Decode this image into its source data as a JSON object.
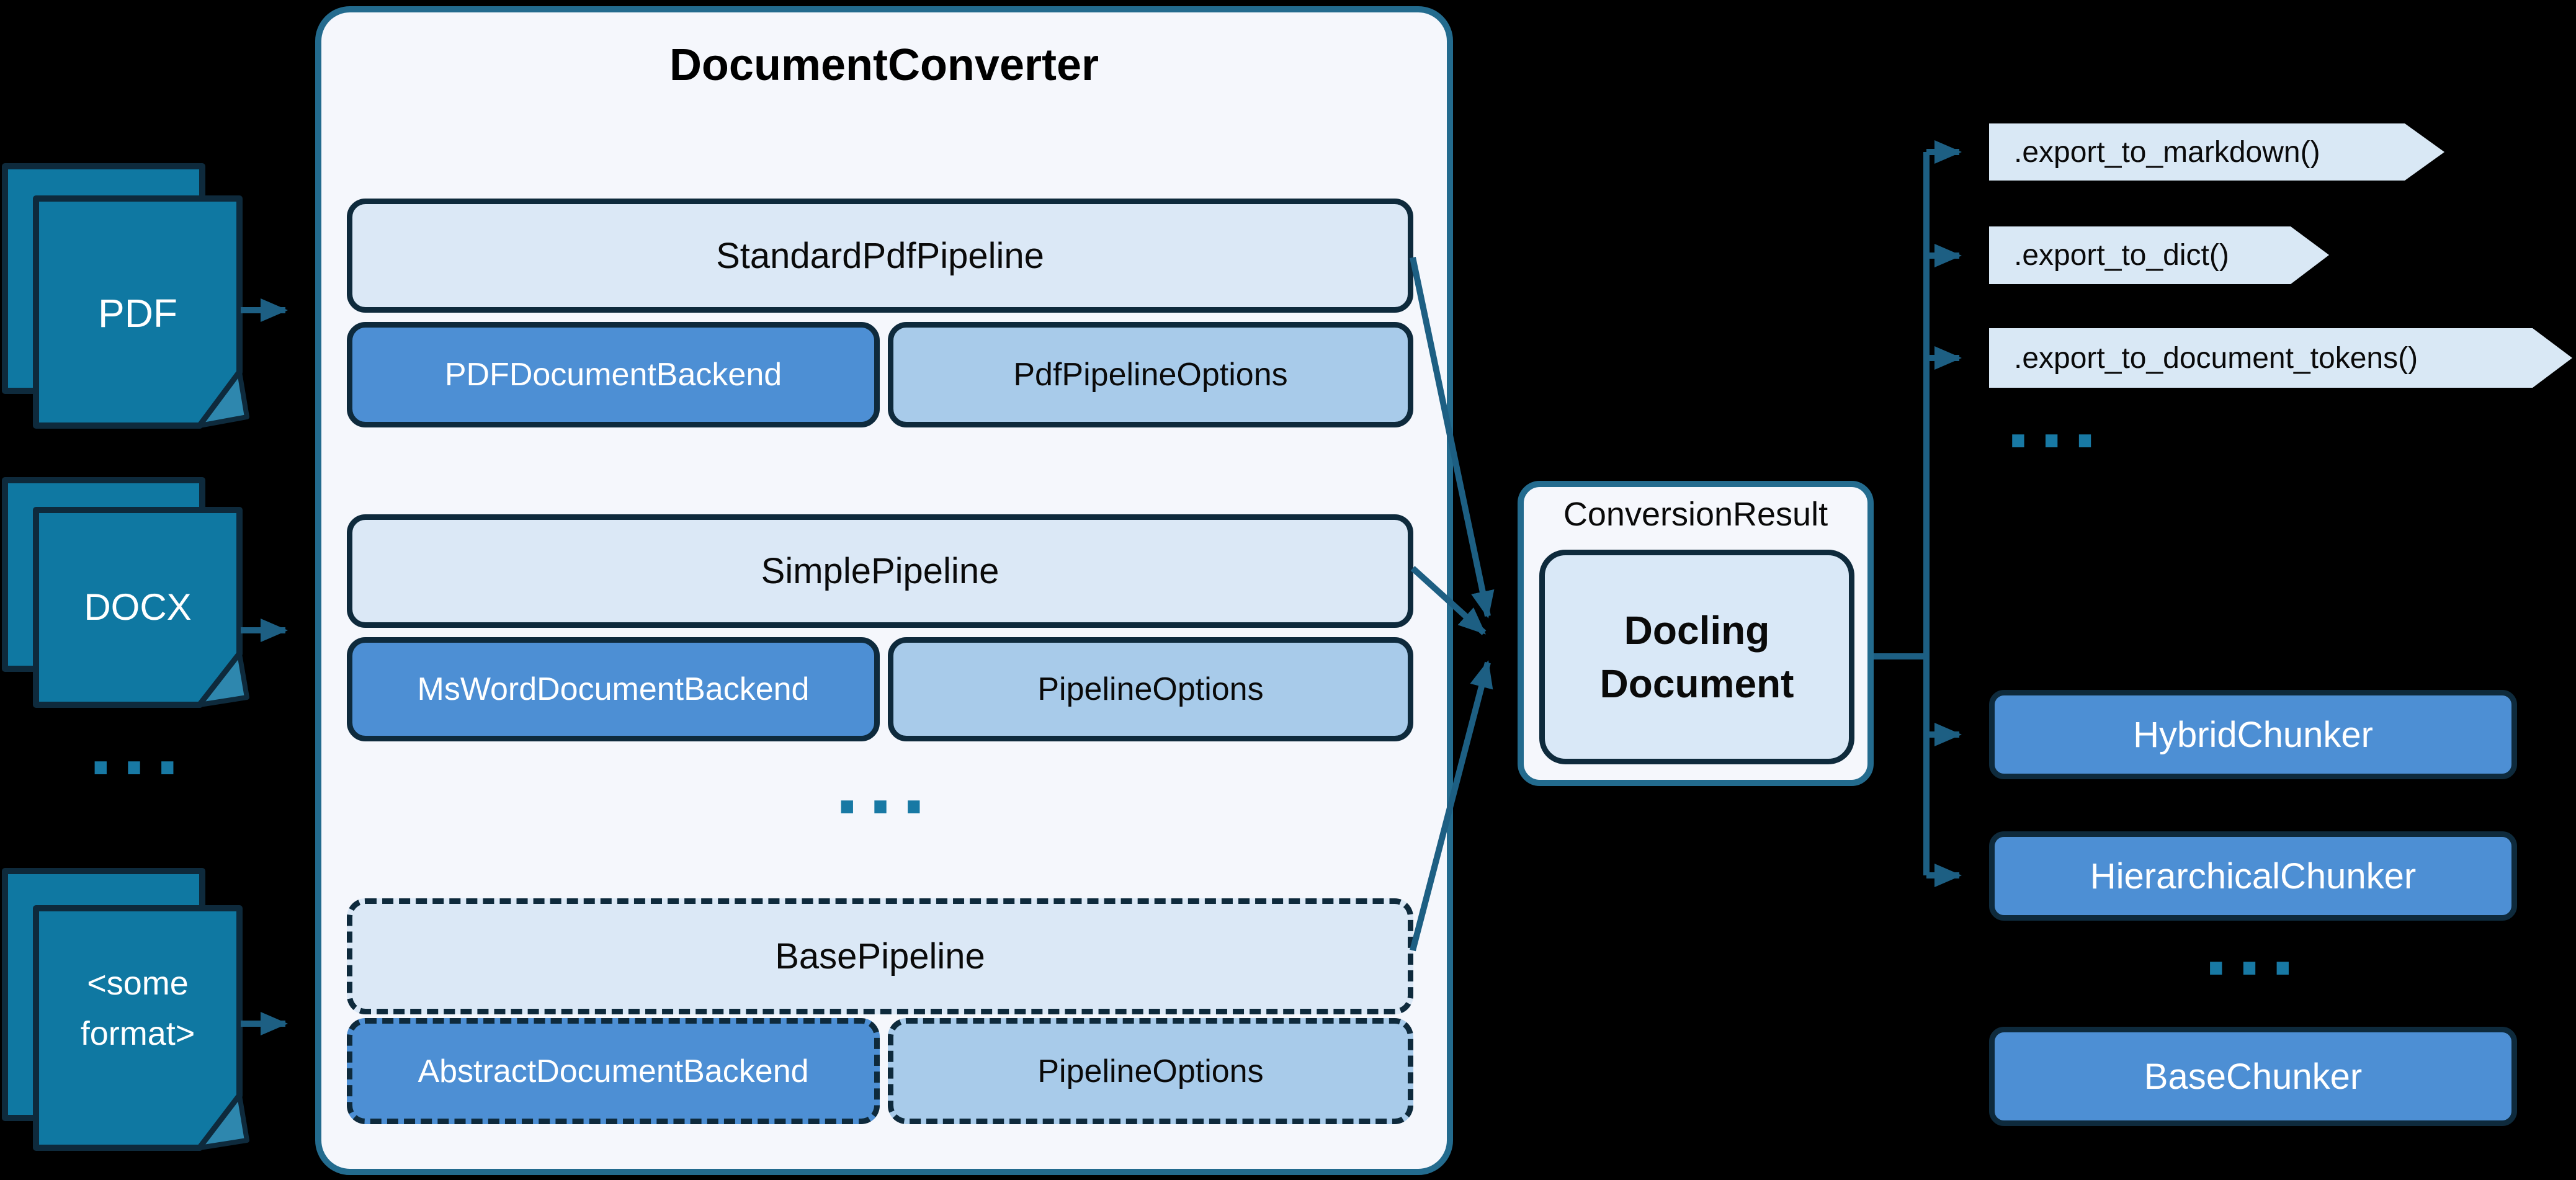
{
  "inputs": {
    "pdf": "PDF",
    "docx": "DOCX",
    "ellipsis": "...",
    "other_line1": "<some",
    "other_line2": "format>"
  },
  "converter": {
    "title": "DocumentConverter",
    "rows": [
      {
        "pipeline": "StandardPdfPipeline",
        "backend": "PDFDocumentBackend",
        "options": "PdfPipelineOptions"
      },
      {
        "pipeline": "SimplePipeline",
        "backend": "MsWordDocumentBackend",
        "options": "PipelineOptions"
      },
      {
        "pipeline": "BasePipeline",
        "backend": "AbstractDocumentBackend",
        "options": "PipelineOptions"
      }
    ],
    "ellipsis": "..."
  },
  "result": {
    "label": "ConversionResult",
    "doc_line1": "Docling",
    "doc_line2": "Document"
  },
  "exports": {
    "items": [
      ".export_to_markdown()",
      ".export_to_dict()",
      ".export_to_document_tokens()"
    ],
    "ellipsis": "..."
  },
  "chunkers": {
    "hybrid": "HybridChunker",
    "hierarchical": "HierarchicalChunker",
    "ellipsis": "...",
    "base": "BaseChunker"
  },
  "colors": {
    "background": "#000000",
    "document_fill": "#0f78a2",
    "dark_border": "#0e2a3c",
    "panel_border": "#236b8e",
    "panel_fill": "#f5f7fc",
    "pipeline_fill": "#dbe8f6",
    "backend_fill": "#4d8fd4",
    "options_fill": "#a8cbea",
    "chevron_fill": "#d9e8f5",
    "arrow": "#1d5f83",
    "dots": "#1879a4"
  }
}
